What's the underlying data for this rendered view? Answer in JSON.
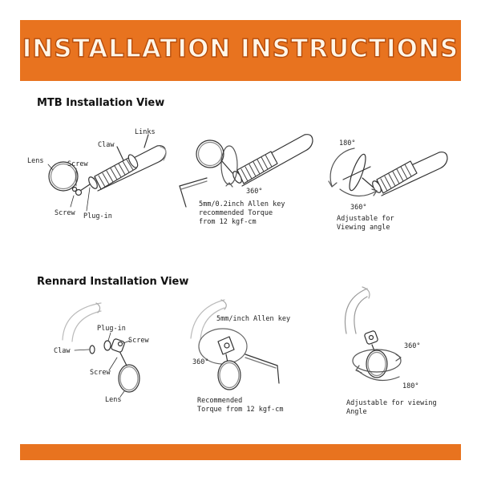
{
  "header": {
    "title": "INSTALLATION INSTRUCTIONS",
    "color": "#e8731f"
  },
  "mtb": {
    "title": "MTB Installation View",
    "labels": {
      "links": "Links",
      "claw": "Claw",
      "lens": "Lens",
      "screw_top": "Screw",
      "screw_bottom": "Screw",
      "plug_in": "Plug-in",
      "angle_360_a": "360°",
      "angle_180": "180°",
      "angle_360_b": "360°"
    },
    "captions": {
      "allen_key": [
        "5mm/0.2inch Allen key",
        "recommended Torque",
        "from 12 kgf-cm"
      ],
      "adjustable": [
        "Adjustable for",
        "Viewing angle"
      ]
    }
  },
  "rennard": {
    "title": "Rennard Installation View",
    "labels": {
      "plug_in": "Plug-in",
      "screw_top": "Screw",
      "claw": "Claw",
      "screw_bottom": "Screw",
      "lens": "Lens",
      "allen_key": "5mm/inch Allen key",
      "angle_360_a": "360°",
      "angle_360_b": "360°",
      "angle_180": "180°"
    },
    "captions": {
      "torque": [
        "Recommended",
        "Torque from 12 kgf-cm"
      ],
      "adjustable": [
        "Adjustable for viewing",
        "Angle"
      ]
    }
  }
}
